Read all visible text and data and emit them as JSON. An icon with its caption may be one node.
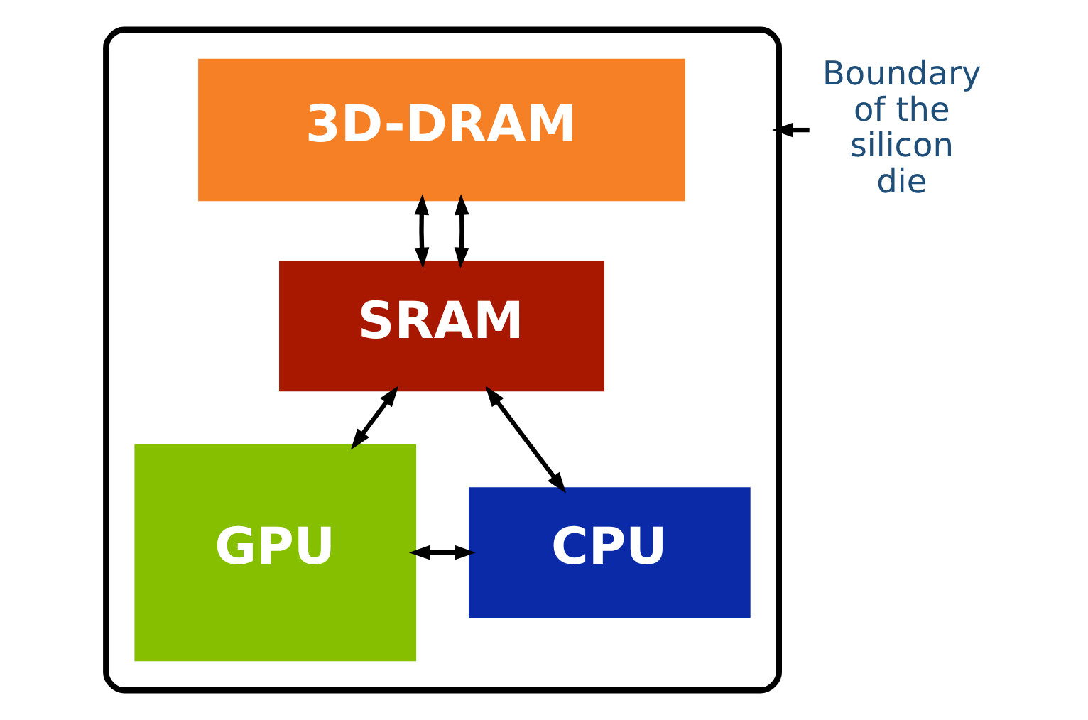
{
  "diagram": {
    "nodes": [
      {
        "text": [],
        "shape": "box"
      },
      {
        "text": [
          "3D-DRAM"
        ],
        "in": 0
      },
      {
        "text": [
          "SRAM"
        ],
        "in": 0
      },
      {
        "text": [
          "GPU"
        ],
        "in": 0
      },
      {
        "text": [
          "CPU"
        ],
        "in": 0
      },
      {
        "text": [
          "Boundary of the silicon die"
        ]
      }
    ],
    "edges": [
      {
        "from": 5,
        "to": 0,
        "arrow": "to"
      },
      {
        "from": 1,
        "to": 2,
        "arrow": "both"
      },
      {
        "from": 1,
        "to": 2,
        "arrow": "both"
      },
      {
        "from": 2,
        "to": 3,
        "arrow": "both"
      },
      {
        "from": 2,
        "to": 4,
        "arrow": "both"
      },
      {
        "from": 3,
        "to": 4,
        "arrow": "both"
      }
    ]
  }
}
